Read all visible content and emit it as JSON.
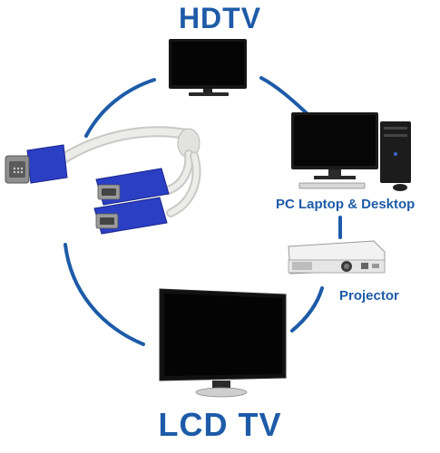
{
  "labels": {
    "hdtv": "HDTV",
    "pc": "PC Laptop & Desktop",
    "projector": "Projector",
    "lcd": "LCD TV"
  },
  "colors": {
    "accent": "#1d5ba8",
    "connector_blue": "#2b3fc4",
    "cable": "#e8e8e6",
    "screen": "#0a0a0a"
  },
  "icons": [
    "vga-male-connector",
    "vga-female-connector",
    "hdtv-icon",
    "pc-desktop-icon",
    "projector-icon",
    "lcd-monitor-icon"
  ]
}
